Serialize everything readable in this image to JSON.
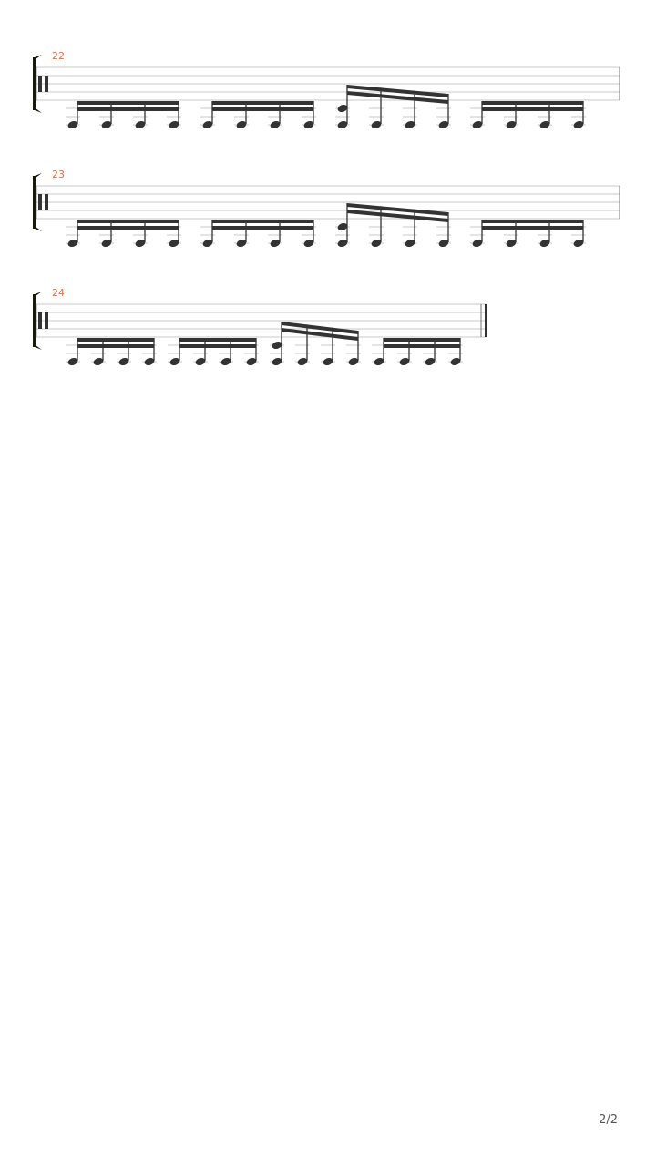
{
  "page_number": "2/2",
  "colors": {
    "measure_number": "#ff6633",
    "staff_line": "#c8c8c8",
    "note": "#333333",
    "bracket": "#1a1a0a"
  },
  "systems": [
    {
      "measure_number": "22",
      "final_barline": false,
      "groups": [
        {
          "beam": "flat",
          "notes": [
            [
              "low"
            ],
            [
              "low"
            ],
            [
              "low"
            ],
            [
              "low"
            ]
          ]
        },
        {
          "beam": "flat",
          "notes": [
            [
              "low"
            ],
            [
              "low"
            ],
            [
              "low"
            ],
            [
              "low"
            ]
          ]
        },
        {
          "beam": "slant",
          "notes": [
            [
              "low",
              "high"
            ],
            [
              "low"
            ],
            [
              "low"
            ],
            [
              "low"
            ]
          ]
        },
        {
          "beam": "flat",
          "notes": [
            [
              "low"
            ],
            [
              "low"
            ],
            [
              "low"
            ],
            [
              "low"
            ]
          ]
        }
      ]
    },
    {
      "measure_number": "23",
      "final_barline": false,
      "groups": [
        {
          "beam": "flat",
          "notes": [
            [
              "low"
            ],
            [
              "low"
            ],
            [
              "low"
            ],
            [
              "low"
            ]
          ]
        },
        {
          "beam": "flat",
          "notes": [
            [
              "low"
            ],
            [
              "low"
            ],
            [
              "low"
            ],
            [
              "low"
            ]
          ]
        },
        {
          "beam": "slant",
          "notes": [
            [
              "low",
              "high"
            ],
            [
              "low"
            ],
            [
              "low"
            ],
            [
              "low"
            ]
          ]
        },
        {
          "beam": "flat",
          "notes": [
            [
              "low"
            ],
            [
              "low"
            ],
            [
              "low"
            ],
            [
              "low"
            ]
          ]
        }
      ]
    },
    {
      "measure_number": "24",
      "final_barline": true,
      "groups": [
        {
          "beam": "flat",
          "notes": [
            [
              "low"
            ],
            [
              "low"
            ],
            [
              "low"
            ],
            [
              "low"
            ]
          ]
        },
        {
          "beam": "flat",
          "notes": [
            [
              "low"
            ],
            [
              "low"
            ],
            [
              "low"
            ],
            [
              "low"
            ]
          ]
        },
        {
          "beam": "slant",
          "notes": [
            [
              "low",
              "high"
            ],
            [
              "low"
            ],
            [
              "low"
            ],
            [
              "low"
            ]
          ]
        },
        {
          "beam": "flat",
          "notes": [
            [
              "low"
            ],
            [
              "low"
            ],
            [
              "low"
            ],
            [
              "low"
            ]
          ]
        }
      ]
    }
  ]
}
